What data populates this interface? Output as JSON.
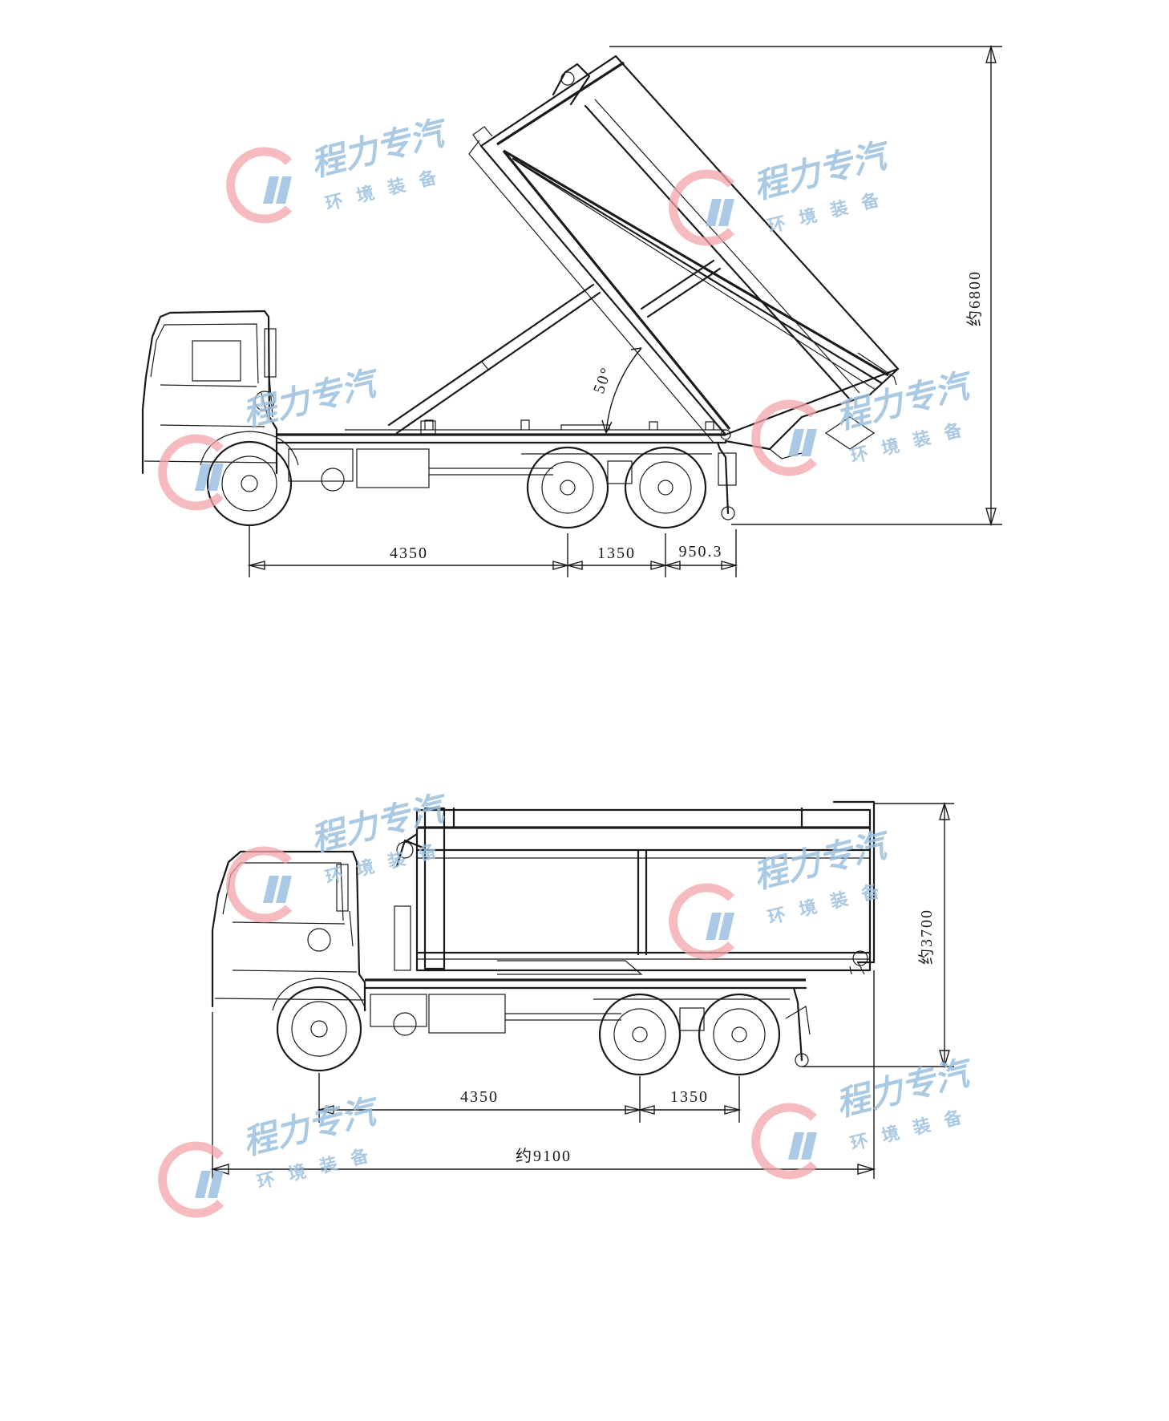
{
  "watermark": {
    "brand": "程力专汽",
    "tagline": "环境装备",
    "logo_icon": "cl-logo-icon",
    "ring_color": "#f2a4aa",
    "text_color": "#9cc0df"
  },
  "raised_view": {
    "dims": {
      "d1": "4350",
      "d2": "1350",
      "d3": "950.3",
      "height": "约6800",
      "angle": "50°"
    }
  },
  "lowered_view": {
    "dims": {
      "d1": "4350",
      "d2": "1350",
      "length": "约9100",
      "height": "约3700"
    }
  }
}
